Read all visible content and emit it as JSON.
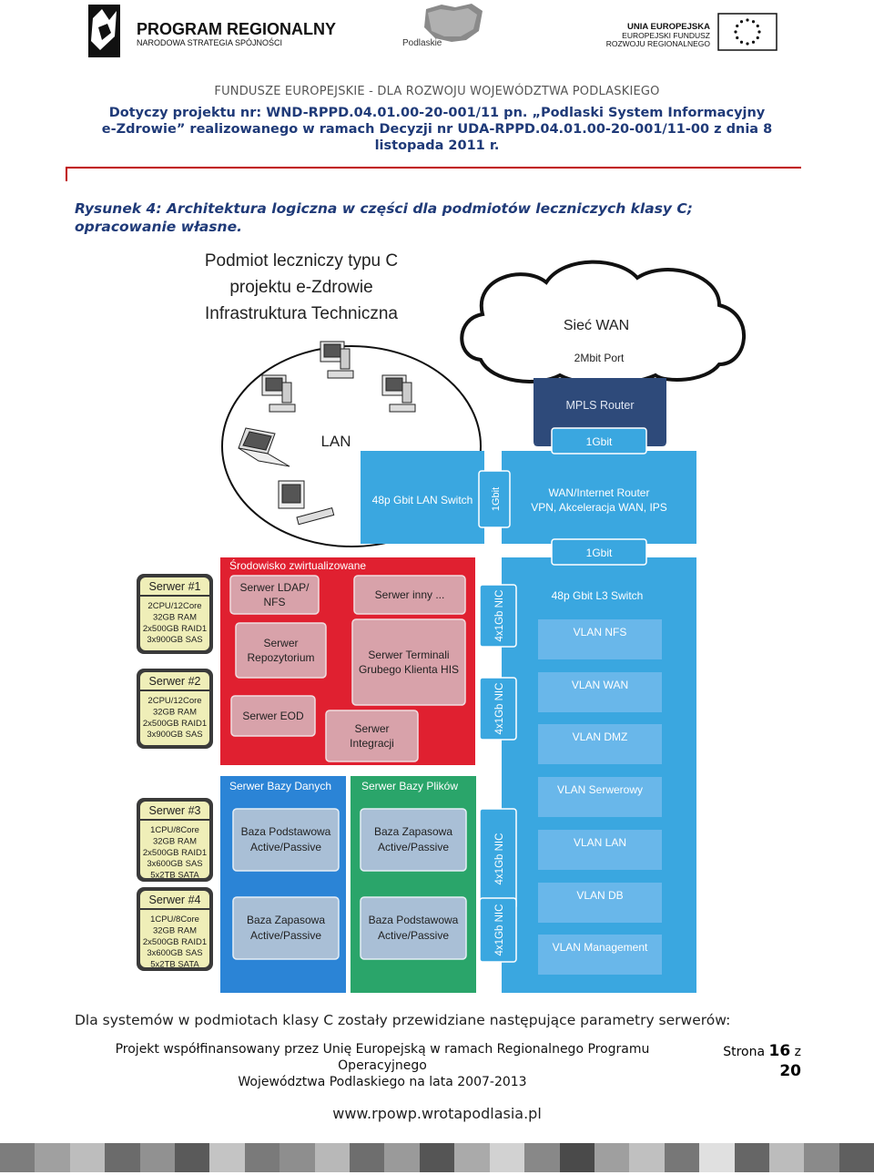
{
  "header": {
    "logo_program_title": "PROGRAM REGIONALNY",
    "logo_program_subtitle": "NARODOWA STRATEGIA SPÓJNOŚCI",
    "logo_podlaskie": "Podlaskie",
    "logo_eu_line1": "UNIA EUROPEJSKA",
    "logo_eu_line2": "EUROPEJSKI FUNDUSZ",
    "logo_eu_line3": "ROZWOJU REGIONALNEGO",
    "fund_line": "FUNDUSZE EUROPEJSKIE - DLA ROZWOJU WOJEWÓDZTWA PODLASKIEGO",
    "project_line1": "Dotyczy projektu nr: WND-RPPD.04.01.00-20-001/11 pn. „Podlaski System Informacyjny",
    "project_line2": "e-Zdrowie” realizowanego w ramach Decyzji nr UDA-RPPD.04.01.00-20-001/11-00 z dnia 8",
    "project_line3": "listopada 2011 r."
  },
  "caption_line1": "Rysunek 4: Architektura logiczna w części dla podmiotów leczniczych klasy C;",
  "caption_line2": "opracowanie własne.",
  "diagram": {
    "title_line1": "Podmiot leczniczy typu C",
    "title_line2": "projektu e-Zdrowie",
    "title_line3": "Infrastruktura Techniczna",
    "wan_label": "Sieć WAN",
    "wan_port": "2Mbit Port",
    "mpls_router": "MPLS Router",
    "link_1gbit_top": "1Gbit",
    "lan_label": "LAN",
    "lan_switch": "48p Gbit LAN Switch",
    "link_1gbit_vertical": "1Gbit",
    "wan_router_line1": "WAN/Internet Router",
    "wan_router_line2": "VPN, Akceleracja WAN, IPS",
    "link_1gbit_mid": "1Gbit",
    "l3_switch": "48p Gbit L3 Switch",
    "vlans": [
      "VLAN NFS",
      "VLAN WAN",
      "VLAN DMZ",
      "VLAN Serwerowy",
      "VLAN LAN",
      "VLAN DB",
      "VLAN Management"
    ],
    "virt_env": "Środowisko zwirtualizowane",
    "virt_servers": [
      "Serwer LDAP/",
      "NFS",
      "Serwer inny ...",
      "Serwer",
      "Repozytorium",
      "Serwer Terminali",
      "Grubego Klienta HIS",
      "Serwer EOD",
      "Serwer",
      "Integracji"
    ],
    "nic_label": "4x1Gb NIC",
    "servers": [
      {
        "name": "Serwer #1",
        "specs": [
          "2CPU/12Core",
          "32GB RAM",
          "2x500GB RAID1",
          "3x900GB SAS"
        ]
      },
      {
        "name": "Serwer #2",
        "specs": [
          "2CPU/12Core",
          "32GB RAM",
          "2x500GB RAID1",
          "3x900GB SAS"
        ]
      },
      {
        "name": "Serwer #3",
        "specs": [
          "1CPU/8Core",
          "32GB RAM",
          "2x500GB RAID1",
          "3x600GB SAS",
          "5x2TB SATA"
        ]
      },
      {
        "name": "Serwer #4",
        "specs": [
          "1CPU/8Core",
          "32GB RAM",
          "2x500GB RAID1",
          "3x600GB SAS",
          "5x2TB SATA"
        ]
      }
    ],
    "db_server": "Serwer Bazy Danych",
    "file_server": "Serwer Bazy Plików",
    "db_boxes": [
      {
        "line1": "Baza Podstawowa",
        "line2": "Active/Passive"
      },
      {
        "line1": "Baza Zapasowa",
        "line2": "Active/Passive"
      },
      {
        "line1": "Baza Zapasowa",
        "line2": "Active/Passive"
      },
      {
        "line1": "Baza Podstawowa",
        "line2": "Active/Passive"
      }
    ]
  },
  "body_text": "Dla systemów w podmiotach klasy C zostały przewidziane następujące parametry serwerów:",
  "footer": {
    "line1": "Projekt współfinansowany przez Unię Europejską w ramach Regionalnego Programu Operacyjnego",
    "line2": "Województwa Podlaskiego na lata 2007-2013",
    "page_label": "Strona",
    "page_current": "16",
    "page_of": "z",
    "page_total": "20",
    "url": "www.rpowp.wrotapodlasia.pl"
  }
}
